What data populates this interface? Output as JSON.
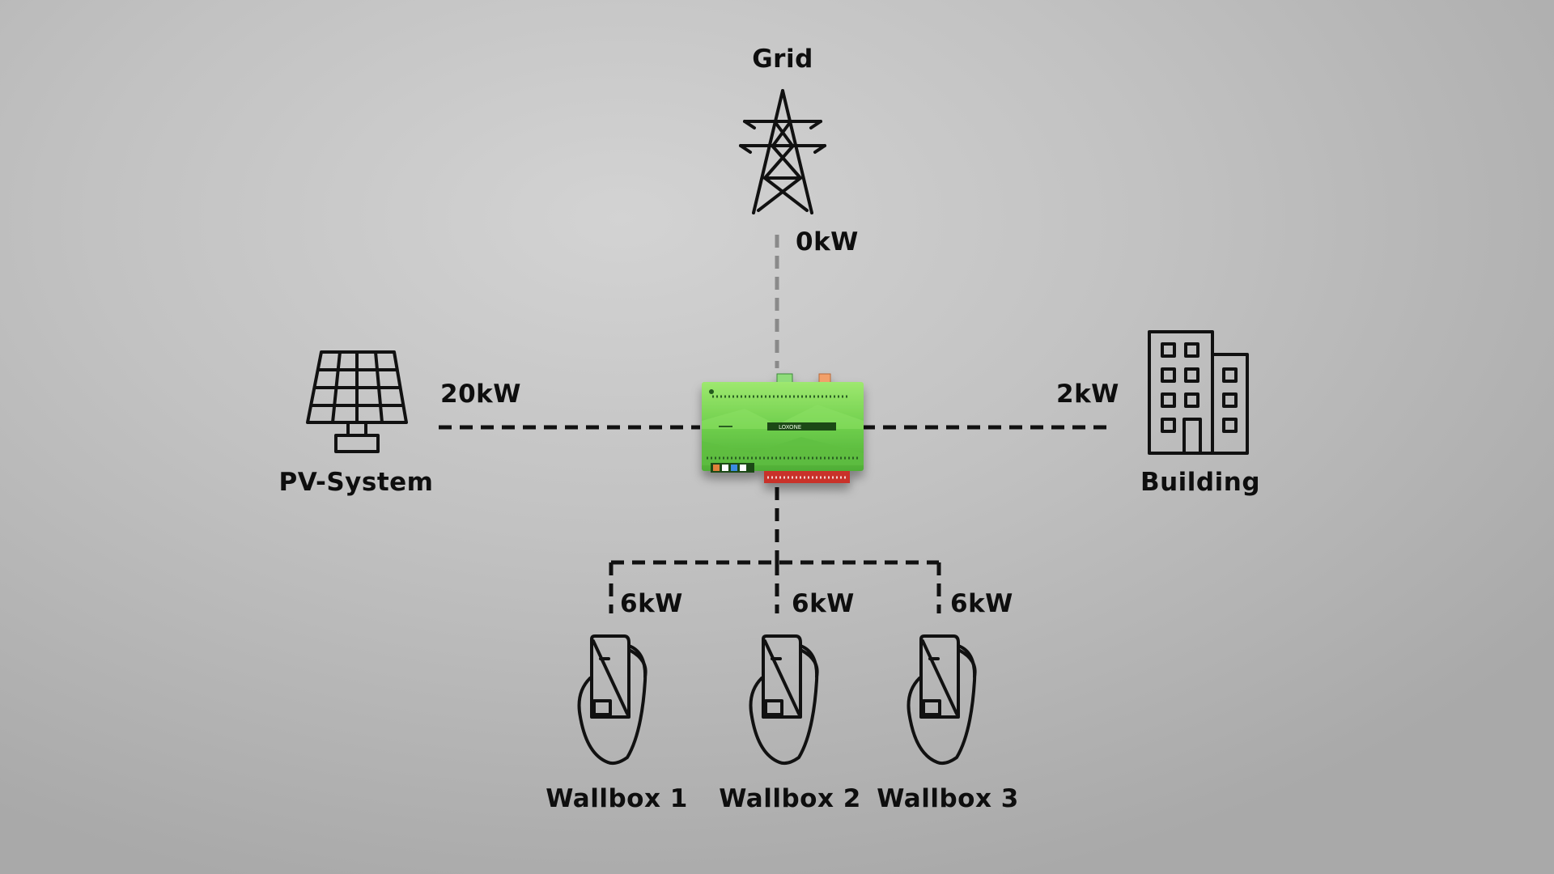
{
  "colors": {
    "background": "#c4c4c4",
    "line": "#111111",
    "grid_line": "#8a8a8a",
    "controller_green": "#7ed957",
    "controller_dark": "#2f7a2a",
    "terminal_red": "#c9302c"
  },
  "grid": {
    "label": "Grid",
    "power": "0kW",
    "icon": "power-pylon-icon"
  },
  "pv": {
    "label": "PV-System",
    "power": "20kW",
    "icon": "solar-panel-icon"
  },
  "building": {
    "label": "Building",
    "power": "2kW",
    "icon": "building-icon"
  },
  "controller": {
    "brand": "LOXONE",
    "icon": "miniserver-controller-icon"
  },
  "wallboxes": [
    {
      "label": "Wallbox 1",
      "power": "6kW",
      "icon": "ev-charger-icon"
    },
    {
      "label": "Wallbox 2",
      "power": "6kW",
      "icon": "ev-charger-icon"
    },
    {
      "label": "Wallbox 3",
      "power": "6kW",
      "icon": "ev-charger-icon"
    }
  ]
}
